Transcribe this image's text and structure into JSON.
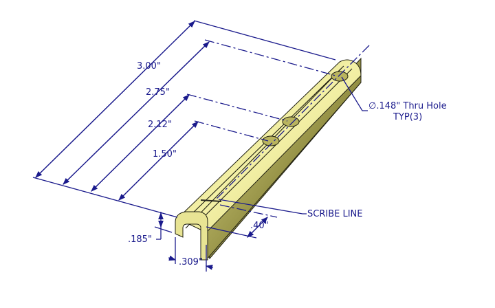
{
  "drawing": {
    "type": "isometric part drawing",
    "part": "U-channel bar with three thru holes",
    "colors": {
      "dimension_lines": "#1a1a8c",
      "part_top": "#e6e28a",
      "part_side": "#6f6b2e",
      "part_edges": "#1e1e10",
      "background": "#ffffff"
    },
    "dimensions": {
      "overall_length": "3.00\"",
      "hole_3": "2.75\"",
      "hole_2": "2.12\"",
      "hole_1": "1.50\"",
      "scribe_offset": ".40\"",
      "height": ".185\"",
      "width": ".309\""
    },
    "callouts": {
      "hole_note_line1": "∅.148\" Thru Hole",
      "hole_note_line2": "TYP(3)",
      "scribe_line": "SCRIBE LINE"
    }
  }
}
